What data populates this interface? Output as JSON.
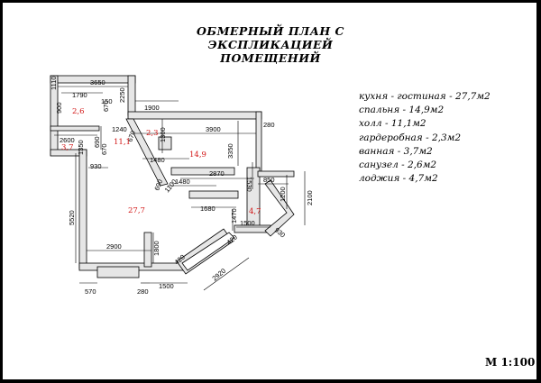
{
  "title": {
    "line1": "ОБМЕРНЫЙ  ПЛАН  С  ЭКСПЛИКАЦИЕЙ",
    "line2": "ПОМЕЩЕНИЙ"
  },
  "legend": [
    "кухня - гостиная - 27,7м2",
    "спальня - 14,9м2",
    "холл - 11,1м2",
    "гардеробная - 2,3м2",
    "ванная - 3,7м2",
    "санузел - 2,6м2",
    "лоджия - 4,7м2"
  ],
  "scale": "М 1:100",
  "room_labels": {
    "kitchen_living": "27,7",
    "bedroom": "14,9",
    "hall": "11,1",
    "wardrobe": "2,3",
    "bathroom": "3,7",
    "toilet": "2,6",
    "loggia": "4,7"
  },
  "dimensions": {
    "d3650": "3650",
    "d1110": "1110",
    "d1790": "1790",
    "d150": "150",
    "d900": "900",
    "d670a": "670",
    "d2250": "2250",
    "d1900": "1900",
    "d1300": "1300",
    "d280a": "280",
    "d3900": "3900",
    "d2600": "2600",
    "d1350": "1350",
    "d690": "690",
    "d670b": "670",
    "d1240": "1240",
    "d670c": "670",
    "d930a": "930",
    "d1480a": "1480",
    "d3350": "3350",
    "d2870": "2870",
    "d1530": "1530",
    "d850": "850",
    "d1200": "1200",
    "d2100": "2100",
    "d690b": "690",
    "d1100": "1100",
    "d1480b": "1480",
    "d1680": "1680",
    "d1470": "1470",
    "d1500a": "1500",
    "d930b": "930",
    "d5520": "5520",
    "d420a": "420",
    "d2900": "2900",
    "d1800": "1800",
    "d420b": "420",
    "d2920": "2920",
    "d570": "570",
    "d280b": "280",
    "d1500b": "1500"
  }
}
